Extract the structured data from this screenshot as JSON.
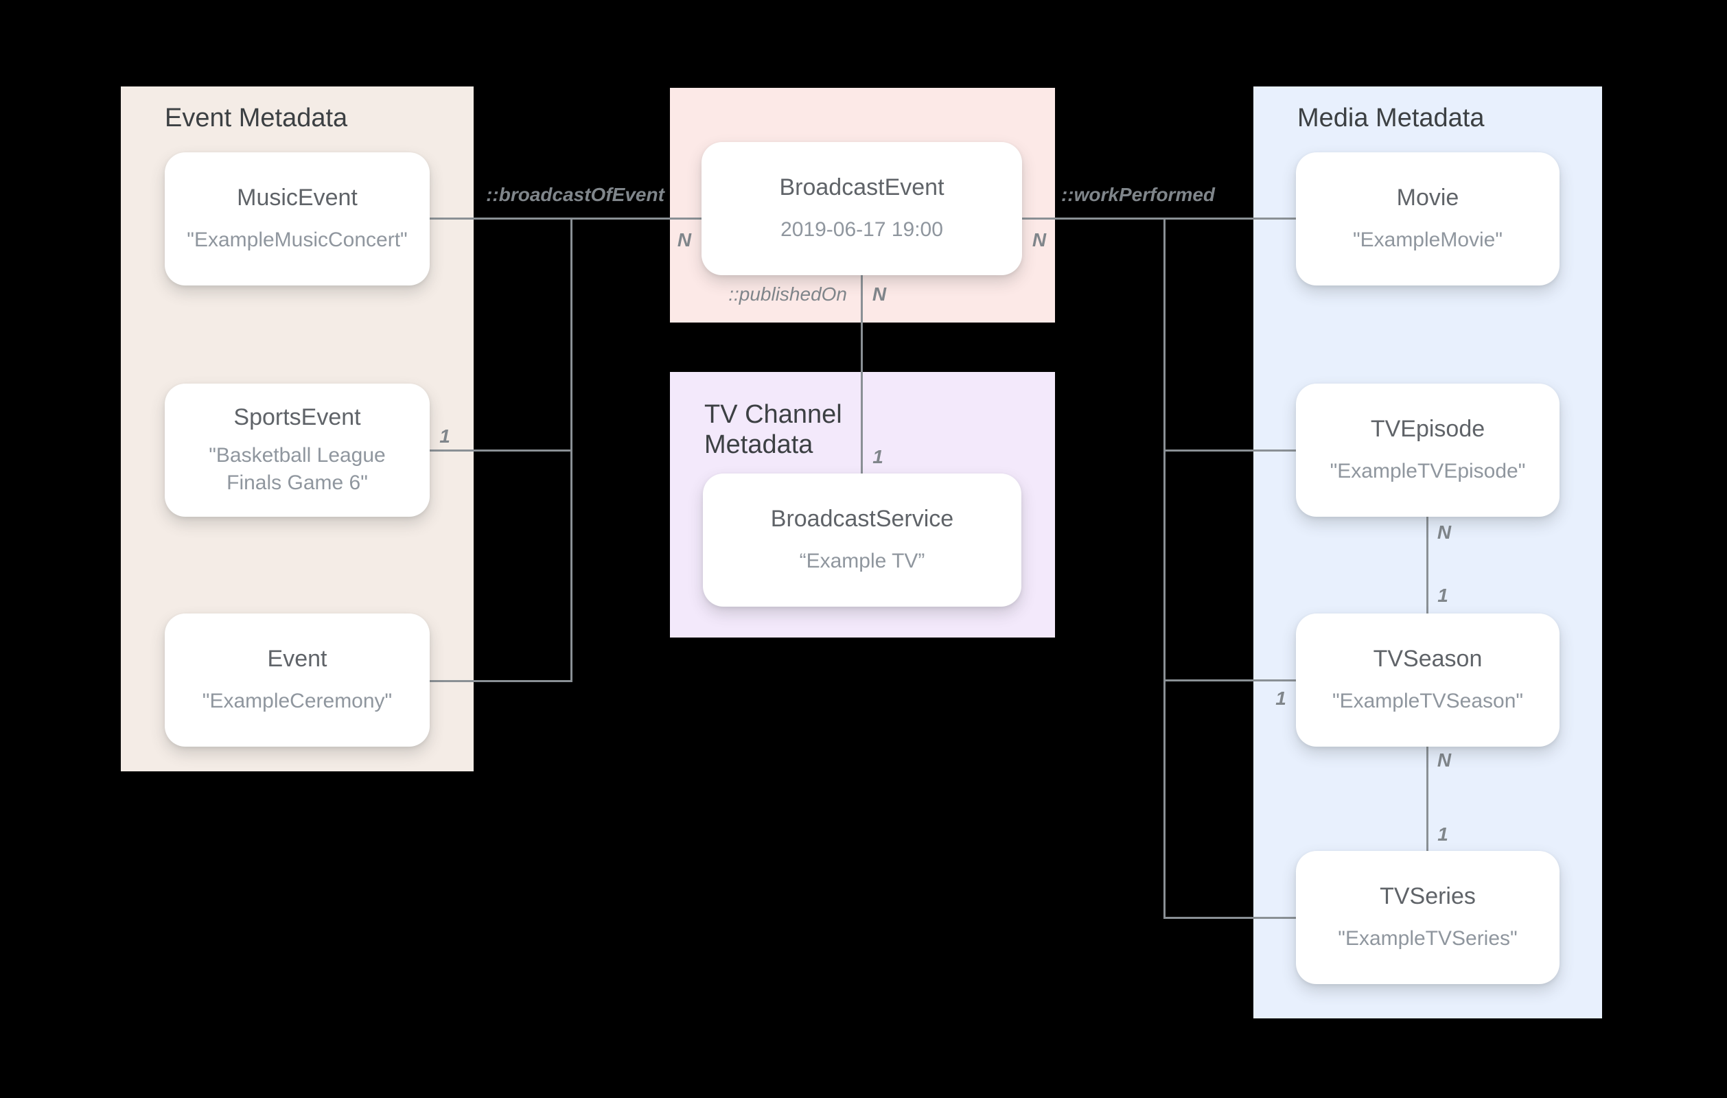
{
  "panels": {
    "event": {
      "title": "Event Metadata"
    },
    "tv": {
      "title": "TV Channel\nMetadata"
    },
    "media": {
      "title": "Media Metadata"
    }
  },
  "nodes": {
    "music_event": {
      "title": "MusicEvent",
      "subtitle": "\"ExampleMusicConcert\""
    },
    "sports_event": {
      "title": "SportsEvent",
      "subtitle": "\"Basketball League Finals Game 6\""
    },
    "event": {
      "title": "Event",
      "subtitle": "\"ExampleCeremony\""
    },
    "broadcast_event": {
      "title": "BroadcastEvent",
      "subtitle": "2019-06-17 19:00"
    },
    "broadcast_service": {
      "title": "BroadcastService",
      "subtitle": "“Example TV”"
    },
    "movie": {
      "title": "Movie",
      "subtitle": "\"ExampleMovie\""
    },
    "tv_episode": {
      "title": "TVEpisode",
      "subtitle": "\"ExampleTVEpisode\""
    },
    "tv_season": {
      "title": "TVSeason",
      "subtitle": "\"ExampleTVSeason\""
    },
    "tv_series": {
      "title": "TVSeries",
      "subtitle": "\"ExampleTVSeries\""
    }
  },
  "relations": {
    "broadcast_of_event": "::broadcastOfEvent",
    "work_performed": "::workPerformed",
    "published_on": "::publishedOn"
  },
  "cardinalities": {
    "broadcast_event_left_n": "N",
    "sports_event_1": "1",
    "broadcast_event_right_n": "N",
    "published_on_n": "N",
    "broadcast_service_1": "1",
    "episode_season_n": "N",
    "episode_season_1": "1",
    "season_stub_1": "1",
    "season_series_n": "N",
    "season_series_1": "1"
  },
  "colors": {
    "background": "#000000",
    "event_panel": "#F4ECE6",
    "broadcast_panel": "#FCE9E7",
    "tv_channel_panel": "#F3E9FB",
    "media_panel": "#E8F0FD",
    "connector_line": "#8A9095",
    "relation_label": "#80868B",
    "panel_title_text": "#3C4043",
    "node_title_text": "#5F6368",
    "node_subtitle_text": "#8F969E"
  }
}
